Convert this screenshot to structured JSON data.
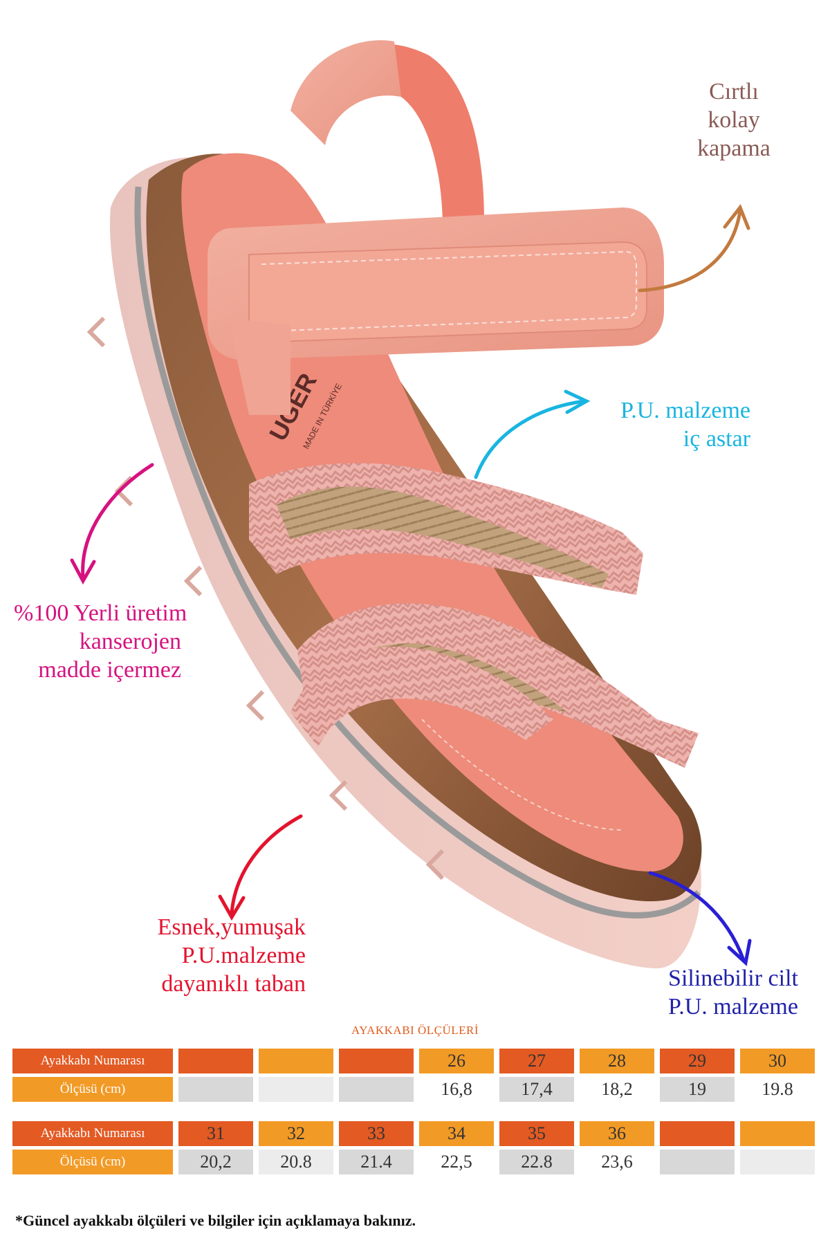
{
  "callouts": {
    "velcro": [
      "Cırtlı",
      "kolay",
      "kapama"
    ],
    "lining": [
      "P.U. malzeme",
      "iç astar"
    ],
    "local": [
      "%100 Yerli üretim",
      "kanserojen",
      "madde içermez"
    ],
    "sole": [
      "Esnek,yumuşak",
      "P.U.malzeme",
      "dayanıklı taban"
    ],
    "skin": [
      "Silinebilir cilt",
      "P.U. malzeme"
    ]
  },
  "insole_brand_text": "UGER",
  "insole_made_text": "MADE IN TÜRKİYE",
  "size_chart": {
    "title": "AYAKKABI ÖLÇÜLERİ",
    "size_label": "Ayakkabı Numarası",
    "measure_label": "Ölçüsü (cm)",
    "table1": {
      "sizes": [
        "",
        "",
        "",
        "26",
        "27",
        "28",
        "29",
        "30"
      ],
      "measures": [
        "",
        "",
        "",
        "16,8",
        "17,4",
        "18,2",
        "19",
        "19.8"
      ]
    },
    "table2": {
      "sizes": [
        "31",
        "32",
        "33",
        "34",
        "35",
        "36",
        "",
        ""
      ],
      "measures": [
        "20,2",
        "20.8",
        "21.4",
        "22,5",
        "22.8",
        "23,6",
        "",
        ""
      ]
    }
  },
  "footnote": "*Güncel ayakkabı ölçüleri ve bilgiler için açıklamaya bakınız.",
  "colors": {
    "velcro_arrow": "#c27a3e",
    "lining_arrow": "#19b5e0",
    "local_arrow": "#d6127f",
    "sole_arrow": "#e3132e",
    "skin_arrow": "#2a1fd4",
    "header_dark": "#e35a23",
    "header_light": "#f29a26"
  }
}
